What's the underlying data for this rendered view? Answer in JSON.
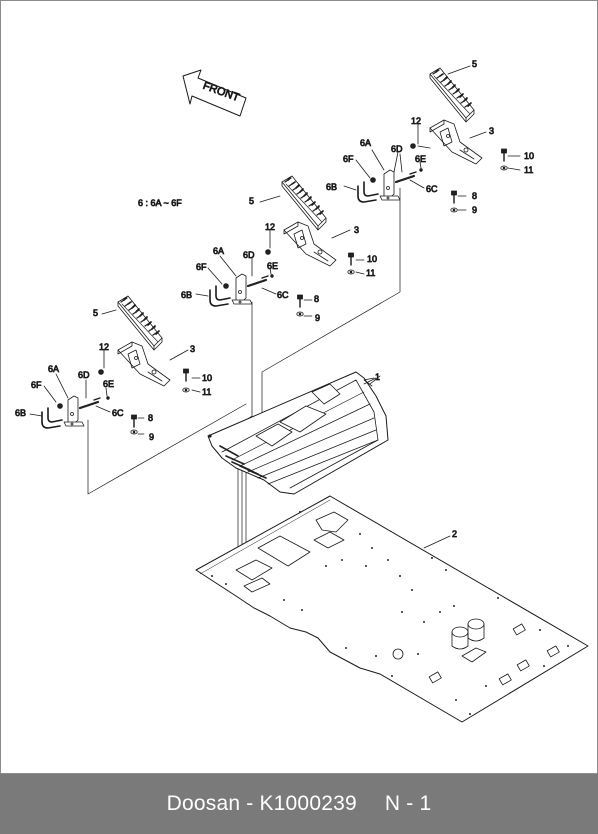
{
  "diagram": {
    "front_label": "FRONT",
    "note": "6 : 6A ~ 6F",
    "labels": {
      "c1": "1",
      "c2": "2",
      "r_5": "5",
      "r_12": "12",
      "r_3": "3",
      "r_6A": "6A",
      "r_6D": "6D",
      "r_6F": "6F",
      "r_6E": "6E",
      "r_6B": "6B",
      "r_6C": "6C",
      "r_10": "10",
      "r_11": "11",
      "r_8": "8",
      "r_9": "9",
      "m_5": "5",
      "m_12": "12",
      "m_3": "3",
      "m_6A": "6A",
      "m_6D": "6D",
      "m_6F": "6F",
      "m_6E": "6E",
      "m_6B": "6B",
      "m_6C": "6C",
      "m_10": "10",
      "m_11": "11",
      "m_8": "8",
      "m_9": "9",
      "l_5": "5",
      "l_12": "12",
      "l_3": "3",
      "l_6A": "6A",
      "l_6D": "6D",
      "l_6F": "6F",
      "l_6E": "6E",
      "l_6B": "6B",
      "l_6C": "6C",
      "l_10": "10",
      "l_11": "11",
      "l_8": "8",
      "l_9": "9"
    }
  },
  "footer": {
    "brand_part": "Doosan - K1000239",
    "page_code": "N - 1"
  }
}
